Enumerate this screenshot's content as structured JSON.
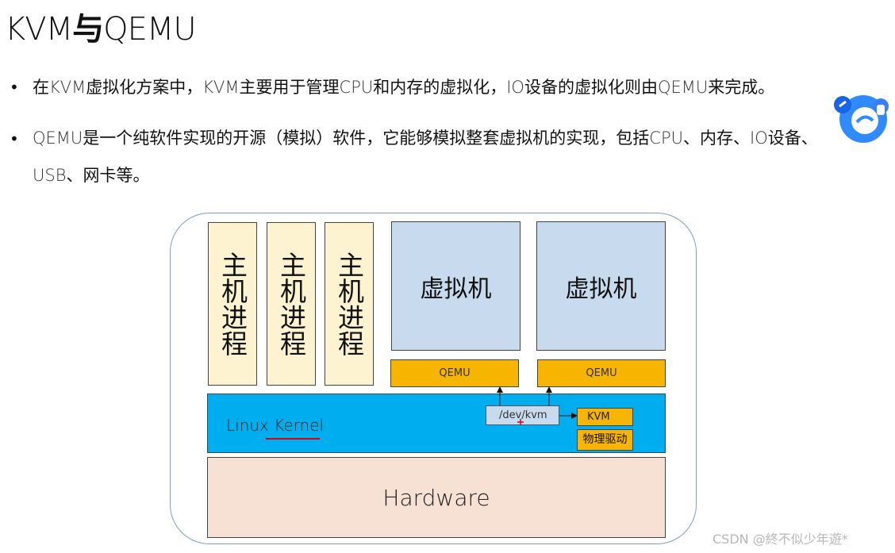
{
  "title": {
    "part1": "KVM",
    "part2": "与",
    "part3": "QEMU"
  },
  "bullets": [
    {
      "dot": "•",
      "segments": [
        {
          "text": "在",
          "thin": false
        },
        {
          "text": "KVM",
          "thin": true
        },
        {
          "text": "虚拟化方案中，",
          "thin": false
        },
        {
          "text": "KVM",
          "thin": true
        },
        {
          "text": "主要用于管理",
          "thin": false
        },
        {
          "text": "CPU",
          "thin": true
        },
        {
          "text": "和内存的虚拟化，",
          "thin": false
        },
        {
          "text": "IO",
          "thin": true
        },
        {
          "text": "设备的虚拟化则由",
          "thin": false
        },
        {
          "text": "QEMU",
          "thin": true
        },
        {
          "text": "来完成。",
          "thin": false
        }
      ]
    },
    {
      "dot": "•",
      "line1": [
        {
          "text": "QEMU",
          "thin": true
        },
        {
          "text": "是一个纯软件实现的开源（模拟）软件，它能够模拟整套虚拟机的实现，包括",
          "thin": false
        },
        {
          "text": "CPU",
          "thin": true
        },
        {
          "text": "、内存、",
          "thin": false
        },
        {
          "text": "IO",
          "thin": true
        },
        {
          "text": "设备、",
          "thin": false
        }
      ],
      "line2": [
        {
          "text": "USB",
          "thin": true
        },
        {
          "text": "、网卡等。",
          "thin": false
        }
      ]
    }
  ],
  "diagram": {
    "host_processes": [
      "主机进程",
      "主机进程",
      "主机进程"
    ],
    "vms": [
      "虚拟机",
      "虚拟机"
    ],
    "qemu_labels": [
      "QEMU",
      "QEMU"
    ],
    "kernel_label": "Linux Kernel",
    "devkvm_label": "/dev/kvm",
    "kvm_label": "KVM",
    "driver_label": "物理驱动",
    "hardware_label": "Hardware"
  },
  "watermark": "CSDN @終不似少年遊*",
  "colors": {
    "host_process_bg": "#fef3d1",
    "vm_bg": "#c8daed",
    "qemu_bg": "#f7b400",
    "kernel_bg": "#00aeef",
    "hardware_bg": "#f7e0d4",
    "logo": "#1e90ff"
  },
  "icons": {
    "logo": "blue-assistant-logo-icon"
  }
}
